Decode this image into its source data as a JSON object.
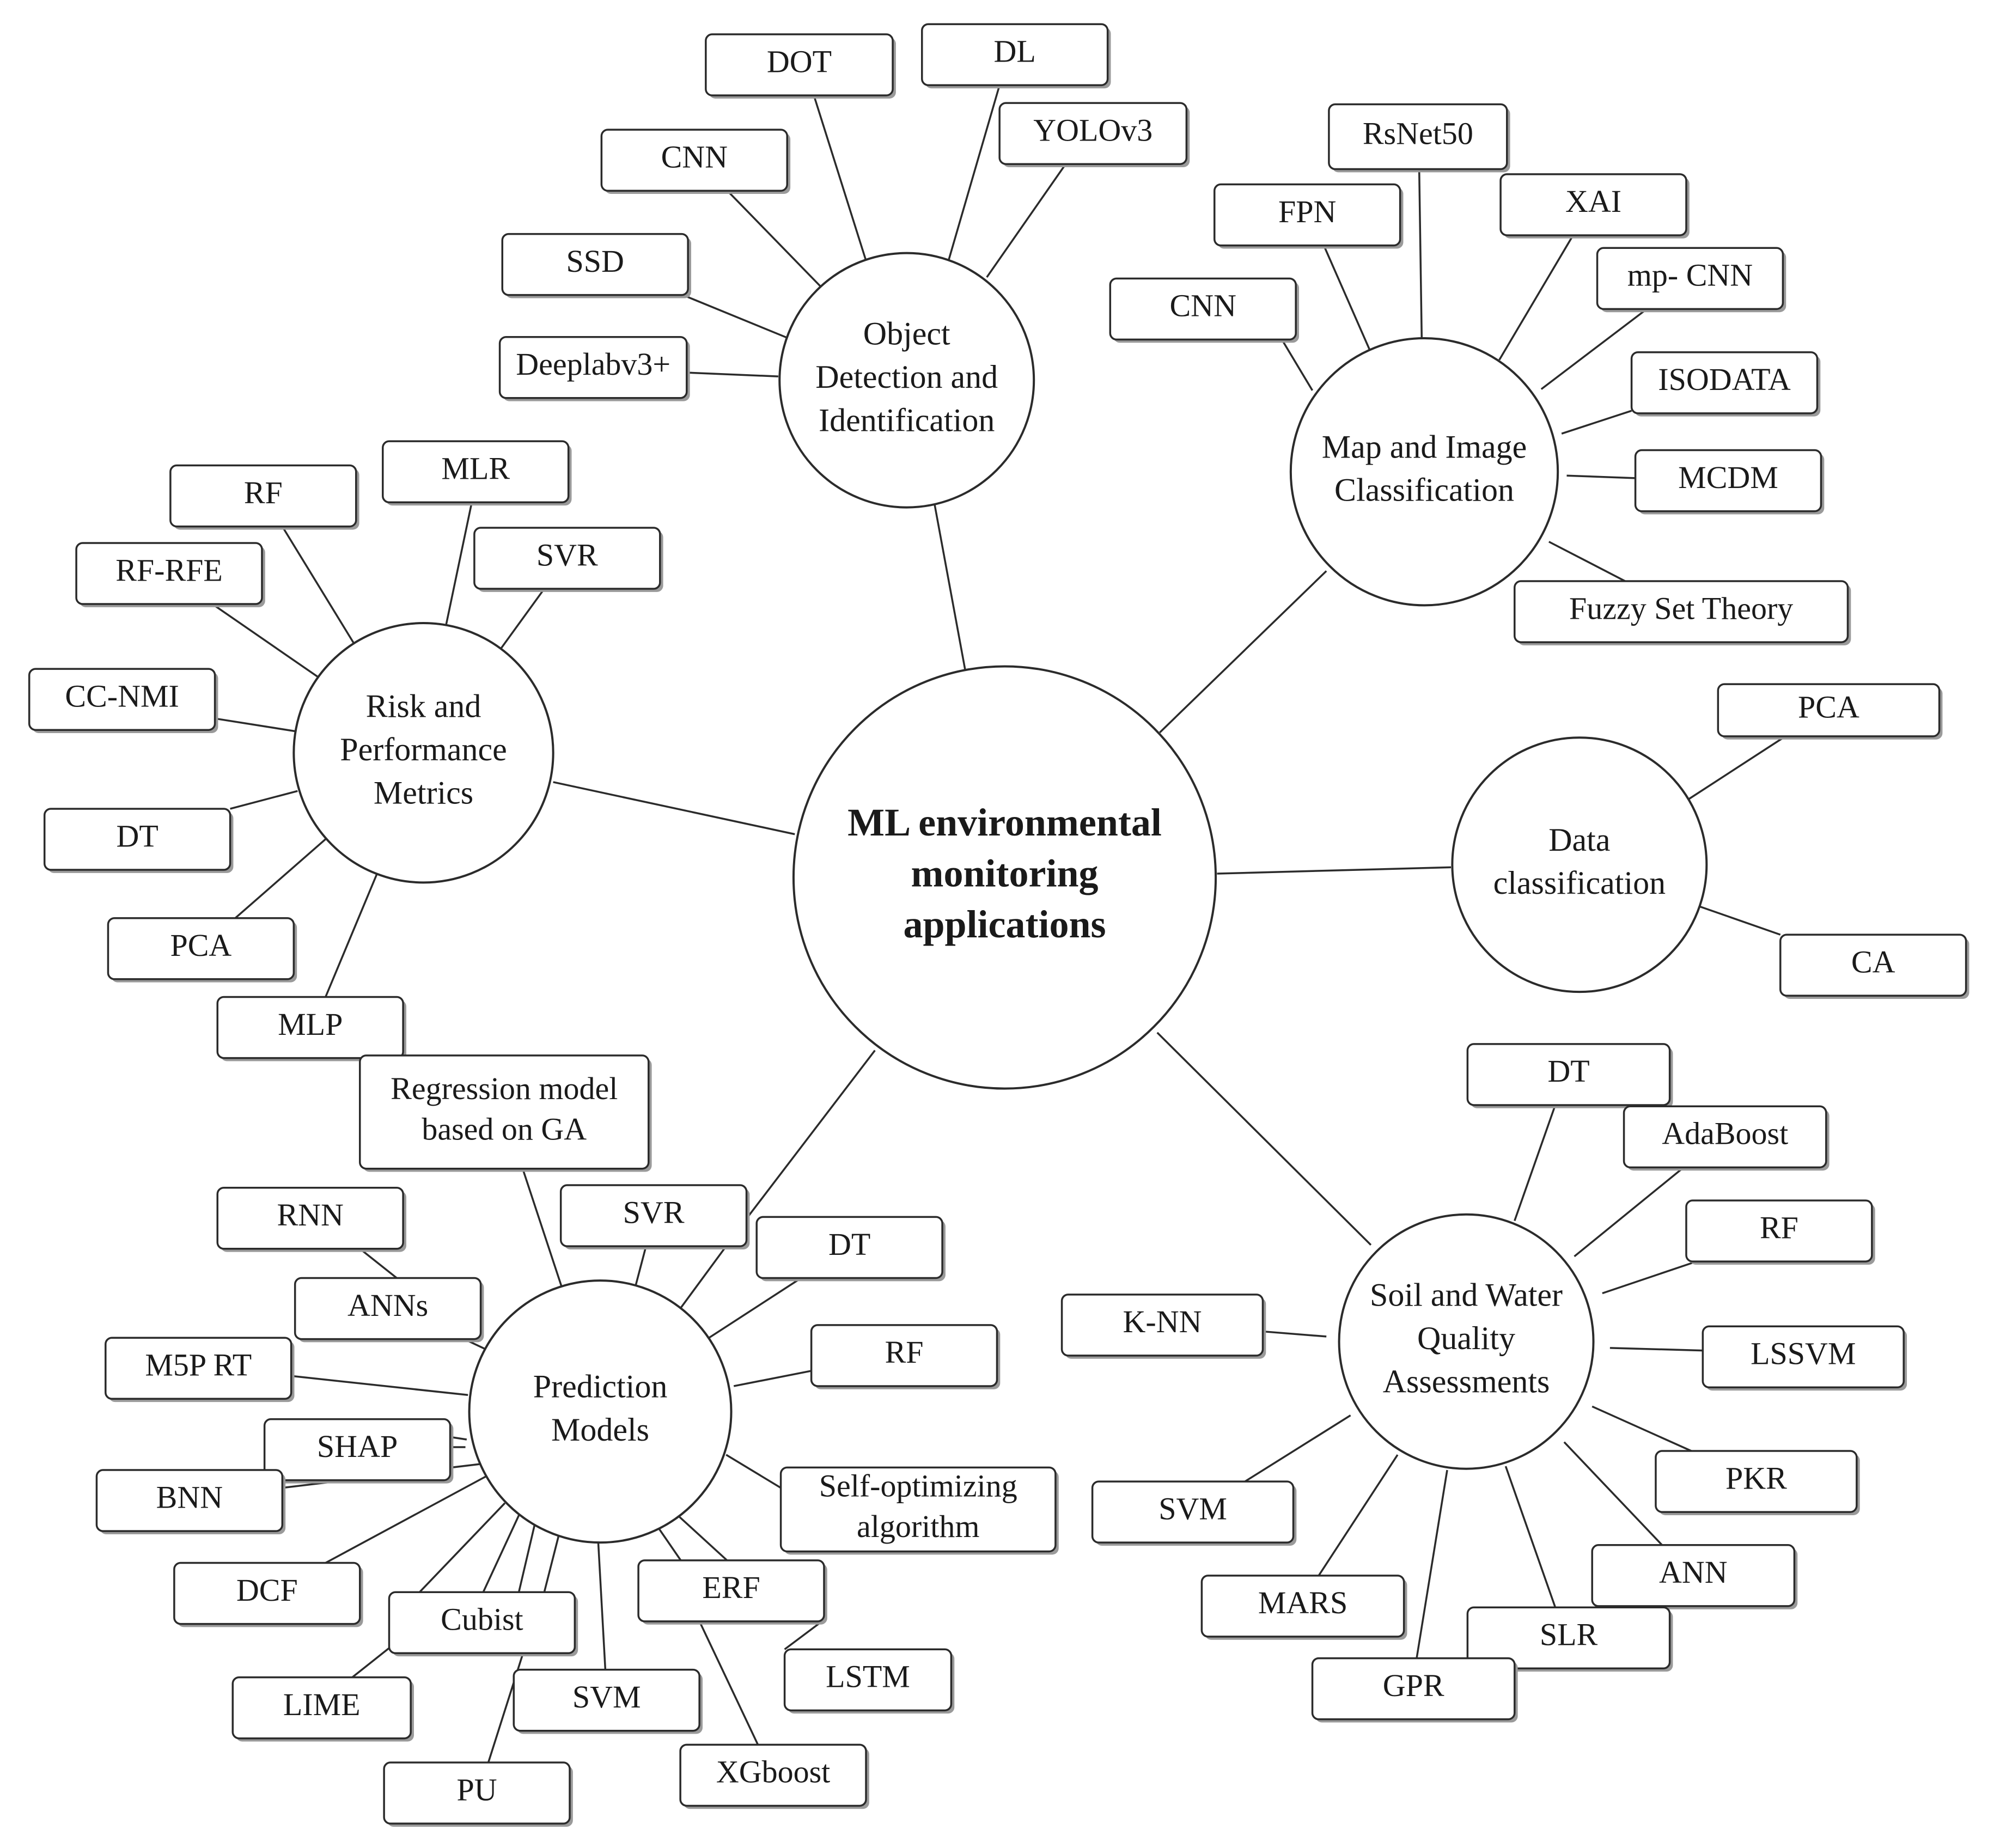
{
  "center": {
    "lines": [
      "ML environmental",
      "monitoring",
      "applications"
    ]
  },
  "categories": {
    "object_detection": {
      "lines": [
        "Object",
        "Detection and",
        "Identification"
      ]
    },
    "map_image": {
      "lines": [
        "Map and Image",
        "Classification"
      ]
    },
    "risk": {
      "lines": [
        "Risk and",
        "Performance",
        "Metrics"
      ]
    },
    "data_class": {
      "lines": [
        "Data",
        "classification"
      ]
    },
    "prediction": {
      "lines": [
        "Prediction",
        "Models"
      ]
    },
    "soil_water": {
      "lines": [
        "Soil and Water",
        "Quality",
        "Assessments"
      ]
    }
  },
  "methods": {
    "od_dot": {
      "lines": [
        "DOT"
      ]
    },
    "od_dl": {
      "lines": [
        "DL"
      ]
    },
    "od_yolo": {
      "lines": [
        "YOLOv3"
      ]
    },
    "od_cnn": {
      "lines": [
        "CNN"
      ]
    },
    "od_ssd": {
      "lines": [
        "SSD"
      ]
    },
    "od_deeplab": {
      "lines": [
        "Deeplabv3+"
      ]
    },
    "mi_rsnet": {
      "lines": [
        "RsNet50"
      ]
    },
    "mi_fpn": {
      "lines": [
        "FPN"
      ]
    },
    "mi_xai": {
      "lines": [
        "XAI"
      ]
    },
    "mi_cnn": {
      "lines": [
        "CNN"
      ]
    },
    "mi_mpcnn": {
      "lines": [
        "mp- CNN"
      ]
    },
    "mi_isodata": {
      "lines": [
        "ISODATA"
      ]
    },
    "mi_mcdm": {
      "lines": [
        "MCDM"
      ]
    },
    "mi_fuzzy": {
      "lines": [
        "Fuzzy Set Theory"
      ]
    },
    "rk_rf": {
      "lines": [
        "RF"
      ]
    },
    "rk_mlr": {
      "lines": [
        "MLR"
      ]
    },
    "rk_svr": {
      "lines": [
        "SVR"
      ]
    },
    "rk_rfrfe": {
      "lines": [
        "RF-RFE"
      ]
    },
    "rk_ccnmi": {
      "lines": [
        "CC-NMI"
      ]
    },
    "rk_dt": {
      "lines": [
        "DT"
      ]
    },
    "rk_pca": {
      "lines": [
        "PCA"
      ]
    },
    "rk_mlp": {
      "lines": [
        "MLP"
      ]
    },
    "dc_pca": {
      "lines": [
        "PCA"
      ]
    },
    "dc_ca": {
      "lines": [
        "CA"
      ]
    },
    "pm_reg": {
      "lines": [
        "Regression model",
        "based on GA"
      ]
    },
    "pm_rnn": {
      "lines": [
        "RNN"
      ]
    },
    "pm_svr": {
      "lines": [
        "SVR"
      ]
    },
    "pm_dt": {
      "lines": [
        "DT"
      ]
    },
    "pm_anns": {
      "lines": [
        "ANNs"
      ]
    },
    "pm_m5p": {
      "lines": [
        "M5P RT"
      ]
    },
    "pm_rf": {
      "lines": [
        "RF"
      ]
    },
    "pm_shap": {
      "lines": [
        "SHAP"
      ]
    },
    "pm_bnn": {
      "lines": [
        "BNN"
      ]
    },
    "pm_selfopt": {
      "lines": [
        "Self-optimizing",
        "algorithm"
      ]
    },
    "pm_dcf": {
      "lines": [
        "DCF"
      ]
    },
    "pm_erf": {
      "lines": [
        "ERF"
      ]
    },
    "pm_cubist": {
      "lines": [
        "Cubist"
      ]
    },
    "pm_lstm": {
      "lines": [
        "LSTM"
      ]
    },
    "pm_lime": {
      "lines": [
        "LIME"
      ]
    },
    "pm_svm": {
      "lines": [
        "SVM"
      ]
    },
    "pm_xgb": {
      "lines": [
        "XGboost"
      ]
    },
    "pm_pu": {
      "lines": [
        "PU"
      ]
    },
    "sw_dt": {
      "lines": [
        "DT"
      ]
    },
    "sw_ada": {
      "lines": [
        "AdaBoost"
      ]
    },
    "sw_rf": {
      "lines": [
        "RF"
      ]
    },
    "sw_knn": {
      "lines": [
        "K-NN"
      ]
    },
    "sw_lssvm": {
      "lines": [
        "LSSVM"
      ]
    },
    "sw_pkr": {
      "lines": [
        "PKR"
      ]
    },
    "sw_svm": {
      "lines": [
        "SVM"
      ]
    },
    "sw_ann": {
      "lines": [
        "ANN"
      ]
    },
    "sw_mars": {
      "lines": [
        "MARS"
      ]
    },
    "sw_slr": {
      "lines": [
        "SLR"
      ]
    },
    "sw_gpr": {
      "lines": [
        "GPR"
      ]
    }
  }
}
